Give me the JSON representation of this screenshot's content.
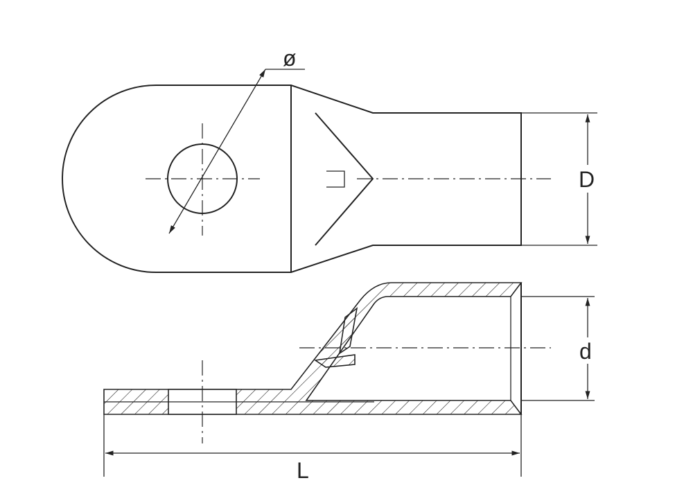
{
  "labels": {
    "hole_diameter": "ø",
    "outer_diameter": "D",
    "inner_diameter": "d",
    "length": "L"
  }
}
